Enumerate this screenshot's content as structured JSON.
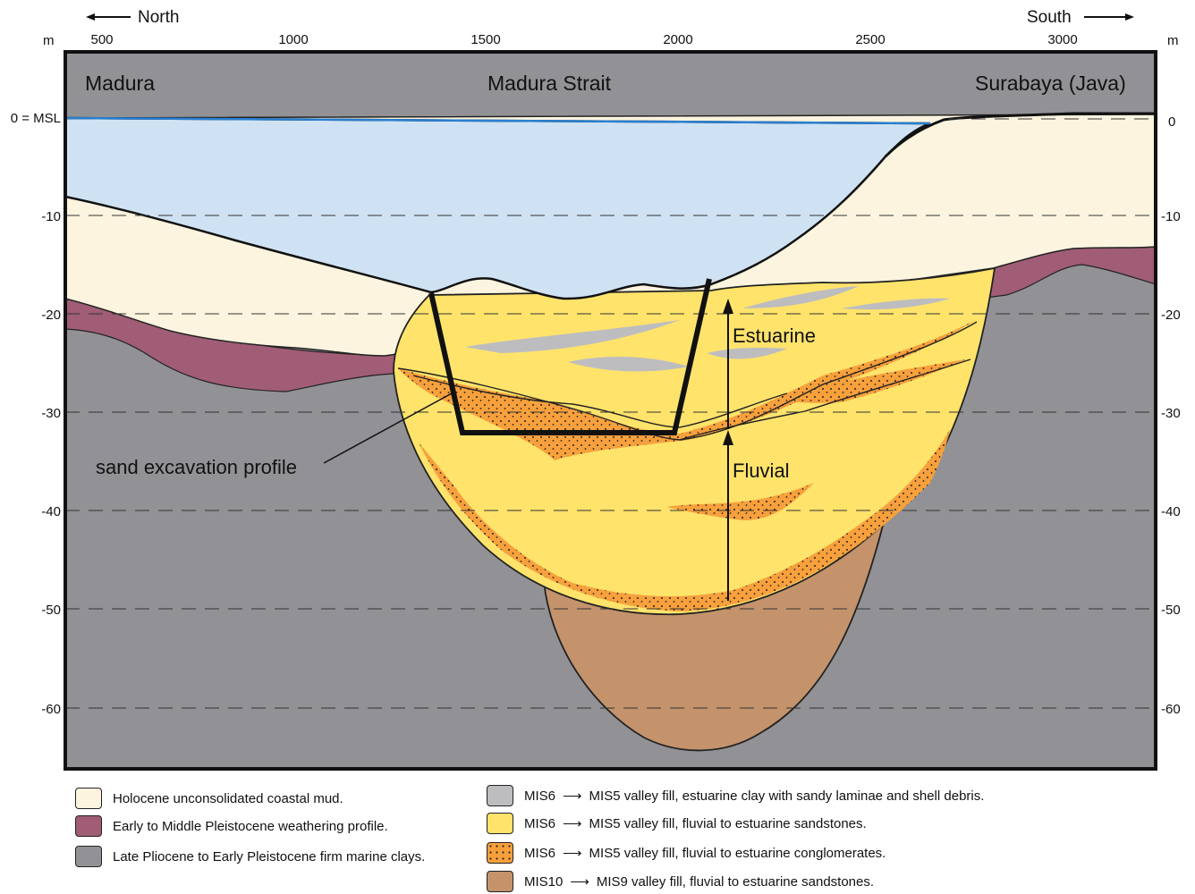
{
  "header": {
    "north_label": "North",
    "south_label": "South",
    "unit_left": "m",
    "unit_right": "m"
  },
  "x_ticks": [
    "500",
    "1000",
    "1500",
    "2000",
    "2500",
    "3000"
  ],
  "y_ticks_left": [
    "0 = MSL",
    "-10",
    "-20",
    "-30",
    "-40",
    "-50",
    "-60"
  ],
  "y_ticks_right": [
    "0",
    "-10",
    "-20",
    "-30",
    "-40",
    "-50",
    "-60"
  ],
  "places": {
    "left": "Madura",
    "center": "Madura Strait",
    "right": "Surabaya (Java)"
  },
  "annotations": {
    "estuarine": "Estuarine",
    "fluvial": "Fluvial",
    "excavation": "sand excavation profile"
  },
  "colors": {
    "sea": "#cfe2f3",
    "sea_line": "#2a7fd0",
    "holocene_mud": "#fcf4df",
    "weathering": "#a05d75",
    "marine_clay": "#929296",
    "estuarine_clay": "#bdbdc0",
    "sandstone": "#ffe36b",
    "conglomerate": "#f7a03c",
    "mis10": "#c4936b"
  },
  "legend_left": [
    {
      "label": "Holocene unconsolidated coastal mud.",
      "color": "#fcf4df"
    },
    {
      "label": "Early to Middle Pleistocene weathering profile.",
      "color": "#a05d75"
    },
    {
      "label": "Late Pliocene to Early Pleistocene firm marine clays.",
      "color": "#929296"
    }
  ],
  "legend_right": [
    {
      "from": "MIS6",
      "to": "MIS5 valley fill, estuarine clay with sandy laminae and shell debris.",
      "color": "#bdbdc0"
    },
    {
      "from": "MIS6",
      "to": "MIS5 valley fill, fluvial to estuarine sandstones.",
      "color": "#ffe36b"
    },
    {
      "from": "MIS6",
      "to": "MIS5 valley fill, fluvial to estuarine conglomerates.",
      "color": "#f7a03c"
    },
    {
      "from": "MIS10",
      "to": "MIS9 valley fill, fluvial to estuarine sandstones.",
      "color": "#c4936b"
    }
  ]
}
